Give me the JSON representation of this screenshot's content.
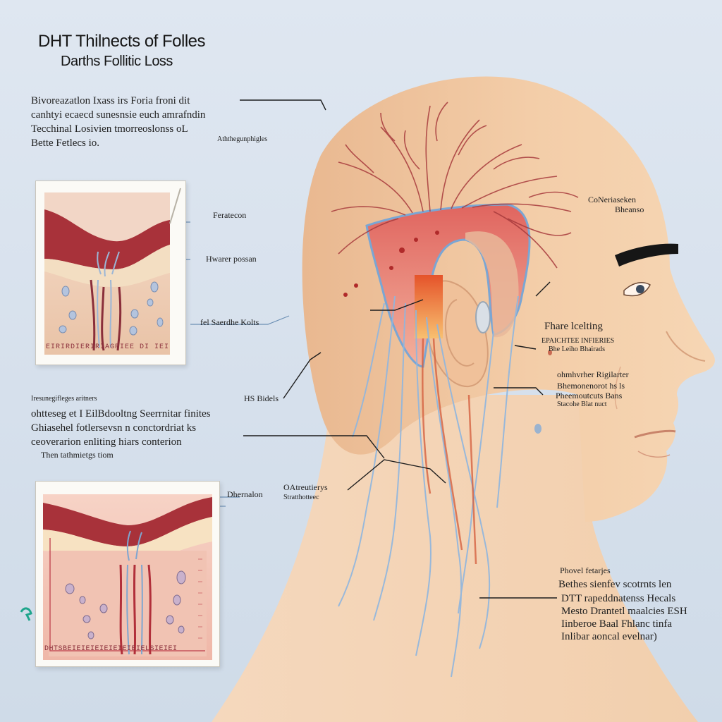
{
  "title": {
    "line1": "DHT Thilnects of Folles",
    "line2": "Darths Follitic Loss"
  },
  "intro": {
    "line1": "Bivoreazatlon Ixass irs Foria froni dit",
    "line2": "canhtyi ecaecd sunesnsie euch amrafndin",
    "line3": "Tecchinal Losivien tmorreoslonss oL",
    "line4": "Bette Fetlecs io."
  },
  "labels": {
    "top_center": "Aththegunphigles",
    "panel1_a": "Feratecon",
    "panel1_b": "Hwarer possan",
    "panel1_c": "fel Saerdhe Kolts",
    "panel1_caption": "EIRIRDIERIRIAGRIEE DI IEI",
    "hs_bidels": "HS Bidels",
    "right_top_1": "CoNeriaseken",
    "right_top_2": "Bheanso",
    "right_mid": "Fhare lcelting",
    "right_mid_sub1": "EPAICHTEE INFIERIES",
    "right_mid_sub2": "Bhe Leiho Bhairads",
    "right_b1": "ohmhvrher Rigilarter",
    "right_b2": "Bhemonenorot hs ls",
    "right_b3": "Pheemoutcuts Bans",
    "right_b4": "Stacohe Blat nuct",
    "panel2_a": "Dhernalon",
    "panel2_b": "OAtreutierys",
    "panel2_c": "Stratthotteec",
    "panel2_caption": "DHTSBEIEIEIEIEIEIEIEIELSIEIEI",
    "mid_small": "Iresunegifleges aritners",
    "mid_1": "ohtteseg et I EilBdooltng Seerrnitar finites",
    "mid_2": "Ghiasehel fotlersevsn n conctordriat ks",
    "mid_3": "ceoverarion enliting hiars conterion",
    "mid_4": "Then tathmietgs tiom",
    "br_1": "Phovel fetarjes",
    "br_2": "Bethes sienfev scotrnts len",
    "br_3": "DTT rapeddnatenss Hecals",
    "br_4": "Mesto Drantetl maalcies ESH",
    "br_5": "Iinberoe Baal Fhlanc tinfa",
    "br_6": "Inlibar aoncal evelnar)"
  },
  "colors": {
    "background": "#d9e3ee",
    "skin": "#f1c9a2",
    "blood_vessel": "#b8383a",
    "nerve_blue": "#8fb6df",
    "dermis_red": "#a8323a",
    "follicle_orange": "#f08a2e"
  }
}
